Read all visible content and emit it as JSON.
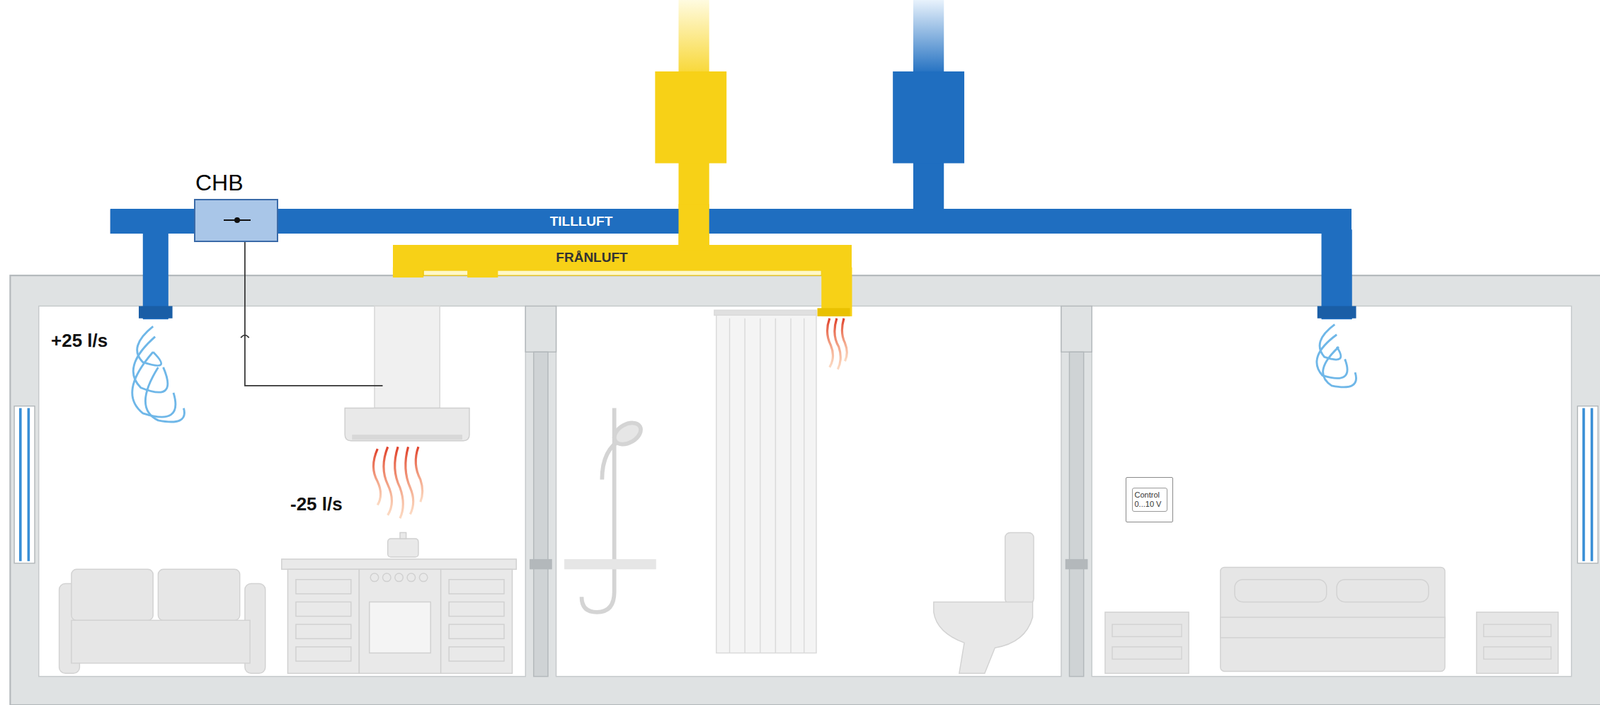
{
  "diagram": {
    "nodes": [
      {
        "text": [
          "TILLLUFT"
        ]
      },
      {
        "text": [
          "FRÅNLUFT"
        ]
      },
      {
        "text": [
          "CHB"
        ]
      },
      {
        "text": [
          "Control 0...10 V"
        ]
      }
    ],
    "labels": [
      "+25 l/s",
      "-25 l/s"
    ]
  }
}
